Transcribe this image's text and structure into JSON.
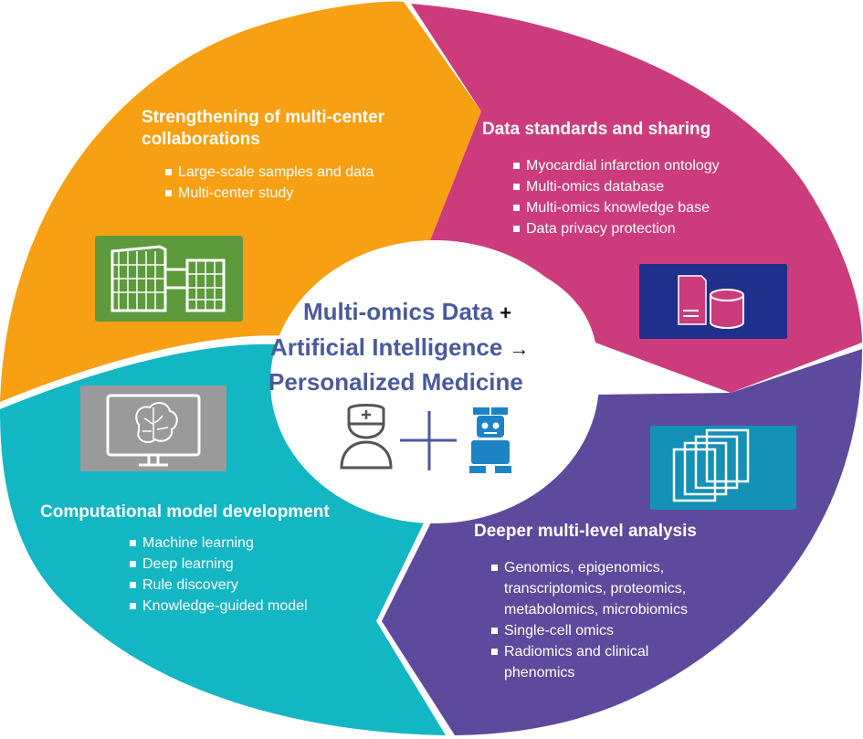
{
  "colors": {
    "orange": "#f7a013",
    "magenta": "#cc3c7c",
    "purple": "#5e4a9c",
    "teal": "#13b6c3",
    "green_box": "#5c9a3c",
    "navy_box": "#1e2f8c",
    "gray_box": "#9a9a9a",
    "teal_box": "#1590b6",
    "center_text": "#4a5a9c",
    "robot": "#1c84c4"
  },
  "center": {
    "line1": "Multi-omics Data",
    "plus": "+",
    "line2": "Artificial Intelligence",
    "arrow": "→",
    "line3": "Personalized Medicine",
    "icons": [
      "doctor-icon",
      "plus-icon",
      "robot-icon"
    ]
  },
  "top_left": {
    "title": "Strengthening of multi-center collaborations",
    "items": [
      "Large-scale samples and data",
      "Multi-center study"
    ],
    "icon": "hospital-buildings-icon"
  },
  "top_right": {
    "title": "Data standards and sharing",
    "items": [
      "Myocardial infarction ontology",
      "Multi-omics database",
      "Multi-omics knowledge base",
      "Data privacy protection"
    ],
    "icon": "server-database-icon"
  },
  "bottom_left": {
    "title": "Computational model development",
    "items": [
      "Machine learning",
      "Deep learning",
      "Rule discovery",
      "Knowledge-guided model"
    ],
    "icon": "brain-monitor-icon"
  },
  "bottom_right": {
    "title": "Deeper multi-level analysis",
    "items": [
      "Genomics, epigenomics, transcriptomics, proteomics, metabolomics, microbiomics",
      "Single-cell omics",
      "Radiomics and clinical phenomics"
    ],
    "icon": "stacked-layers-icon"
  }
}
